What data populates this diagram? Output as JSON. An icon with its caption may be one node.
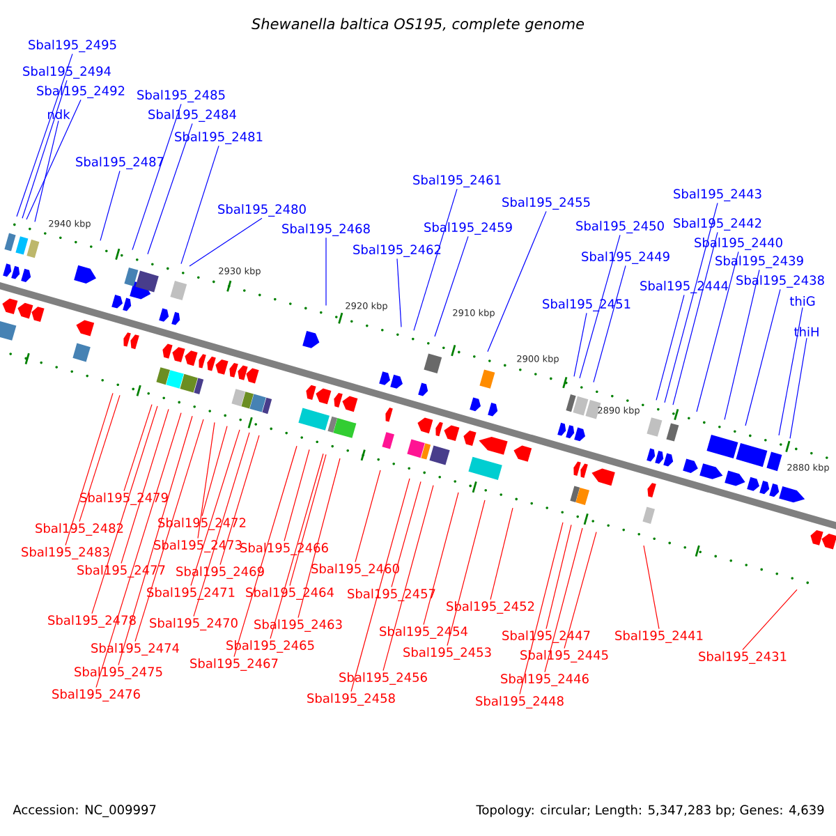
{
  "diagram": {
    "title": "Shewanella baltica OS195, complete genome",
    "nodes": [
      {
        "text": [
          "Sbal195_2495"
        ]
      },
      {
        "text": [
          "Sbal195_2494"
        ]
      },
      {
        "text": [
          "Sbal195_2492"
        ]
      },
      {
        "text": [
          "ndk"
        ]
      },
      {
        "text": [
          "Sbal195_2485"
        ]
      },
      {
        "text": [
          "Sbal195_2484"
        ]
      },
      {
        "text": [
          "Sbal195_2481"
        ]
      },
      {
        "text": [
          "Sbal195_2487"
        ]
      },
      {
        "text": [
          "Sbal195_2480"
        ]
      },
      {
        "text": [
          "Sbal195_2468"
        ]
      },
      {
        "text": [
          "Sbal195_2461"
        ]
      },
      {
        "text": [
          "Sbal195_2455"
        ]
      },
      {
        "text": [
          "Sbal195_2459"
        ]
      },
      {
        "text": [
          "Sbal195_2462"
        ]
      },
      {
        "text": [
          "Sbal195_2443"
        ]
      },
      {
        "text": [
          "Sbal195_2442"
        ]
      },
      {
        "text": [
          "Sbal195_2450"
        ]
      },
      {
        "text": [
          "Sbal195_2440"
        ]
      },
      {
        "text": [
          "Sbal195_2449"
        ]
      },
      {
        "text": [
          "Sbal195_2439"
        ]
      },
      {
        "text": [
          "Sbal195_2438"
        ]
      },
      {
        "text": [
          "Sbal195_2444"
        ]
      },
      {
        "text": [
          "thiG"
        ]
      },
      {
        "text": [
          "Sbal195_2451"
        ]
      },
      {
        "text": [
          "thiH"
        ]
      },
      {
        "text": [
          "Sbal195_2479"
        ]
      },
      {
        "text": [
          "Sbal195_2472"
        ]
      },
      {
        "text": [
          "Sbal195_2482"
        ]
      },
      {
        "text": [
          "Sbal195_2473"
        ]
      },
      {
        "text": [
          "Sbal195_2466"
        ]
      },
      {
        "text": [
          "Sbal195_2483"
        ]
      },
      {
        "text": [
          "Sbal195_2460"
        ]
      },
      {
        "text": [
          "Sbal195_2477"
        ]
      },
      {
        "text": [
          "Sbal195_2469"
        ]
      },
      {
        "text": [
          "Sbal195_2471"
        ]
      },
      {
        "text": [
          "Sbal195_2464"
        ]
      },
      {
        "text": [
          "Sbal195_2457"
        ]
      },
      {
        "text": [
          "Sbal195_2452"
        ]
      },
      {
        "text": [
          "Sbal195_2478"
        ]
      },
      {
        "text": [
          "Sbal195_2470"
        ]
      },
      {
        "text": [
          "Sbal195_2463"
        ]
      },
      {
        "text": [
          "Sbal195_2454"
        ]
      },
      {
        "text": [
          "Sbal195_2447"
        ]
      },
      {
        "text": [
          "Sbal195_2441"
        ]
      },
      {
        "text": [
          "Sbal195_2465"
        ]
      },
      {
        "text": [
          "Sbal195_2474"
        ]
      },
      {
        "text": [
          "Sbal195_2453"
        ]
      },
      {
        "text": [
          "Sbal195_2445"
        ]
      },
      {
        "text": [
          "Sbal195_2431"
        ]
      },
      {
        "text": [
          "Sbal195_2467"
        ]
      },
      {
        "text": [
          "Sbal195_2475"
        ]
      },
      {
        "text": [
          "Sbal195_2456"
        ]
      },
      {
        "text": [
          "Sbal195_2446"
        ]
      },
      {
        "text": [
          "Sbal195_2476"
        ]
      },
      {
        "text": [
          "Sbal195_2458"
        ]
      },
      {
        "text": [
          "Sbal195_2448"
        ]
      }
    ],
    "edges": [
      {
        "from": 0,
        "to": null,
        "arrow": "none",
        "color": "#0000ff"
      },
      {
        "from": 1,
        "to": null,
        "arrow": "none",
        "color": "#0000ff"
      },
      {
        "from": 2,
        "to": null,
        "arrow": "none",
        "color": "#0000ff"
      },
      {
        "from": 3,
        "to": null,
        "arrow": "none",
        "color": "#0000ff"
      },
      {
        "from": 4,
        "to": null,
        "arrow": "none",
        "color": "#0000ff"
      },
      {
        "from": 5,
        "to": null,
        "arrow": "none",
        "color": "#0000ff"
      },
      {
        "from": 6,
        "to": null,
        "arrow": "none",
        "color": "#0000ff"
      },
      {
        "from": 7,
        "to": null,
        "arrow": "none",
        "color": "#0000ff"
      },
      {
        "from": 8,
        "to": null,
        "arrow": "none",
        "color": "#0000ff"
      },
      {
        "from": 9,
        "to": null,
        "arrow": "none",
        "color": "#0000ff"
      },
      {
        "from": 10,
        "to": null,
        "arrow": "none",
        "color": "#0000ff"
      },
      {
        "from": 11,
        "to": null,
        "arrow": "none",
        "color": "#0000ff"
      },
      {
        "from": 12,
        "to": null,
        "arrow": "none",
        "color": "#0000ff"
      },
      {
        "from": 13,
        "to": null,
        "arrow": "none",
        "color": "#0000ff"
      },
      {
        "from": 14,
        "to": null,
        "arrow": "none",
        "color": "#0000ff"
      },
      {
        "from": 15,
        "to": null,
        "arrow": "none",
        "color": "#0000ff"
      },
      {
        "from": 16,
        "to": null,
        "arrow": "none",
        "color": "#0000ff"
      },
      {
        "from": 17,
        "to": null,
        "arrow": "none",
        "color": "#0000ff"
      },
      {
        "from": 18,
        "to": null,
        "arrow": "none",
        "color": "#0000ff"
      },
      {
        "from": 19,
        "to": null,
        "arrow": "none",
        "color": "#0000ff"
      },
      {
        "from": 20,
        "to": null,
        "arrow": "none",
        "color": "#0000ff"
      },
      {
        "from": 21,
        "to": null,
        "arrow": "none",
        "color": "#0000ff"
      },
      {
        "from": 22,
        "to": null,
        "arrow": "none",
        "color": "#0000ff"
      },
      {
        "from": 23,
        "to": null,
        "arrow": "none",
        "color": "#0000ff"
      },
      {
        "from": 24,
        "to": null,
        "arrow": "none",
        "color": "#0000ff"
      },
      {
        "from": 25,
        "to": null,
        "arrow": "none"
      },
      {
        "from": 26,
        "to": null,
        "arrow": "none"
      },
      {
        "from": 27,
        "to": null,
        "arrow": "none"
      },
      {
        "from": 28,
        "to": null,
        "arrow": "none"
      },
      {
        "from": 29,
        "to": null,
        "arrow": "none"
      },
      {
        "from": 30,
        "to": null,
        "arrow": "none"
      },
      {
        "from": 31,
        "to": null,
        "arrow": "none"
      },
      {
        "from": 32,
        "to": null,
        "arrow": "none"
      },
      {
        "from": 33,
        "to": null,
        "arrow": "none"
      },
      {
        "from": 34,
        "to": null,
        "arrow": "none"
      },
      {
        "from": 35,
        "to": null,
        "arrow": "none"
      },
      {
        "from": 36,
        "to": null,
        "arrow": "none"
      },
      {
        "from": 37,
        "to": null,
        "arrow": "none"
      },
      {
        "from": 38,
        "to": null,
        "arrow": "none"
      },
      {
        "from": 39,
        "to": null,
        "arrow": "none"
      },
      {
        "from": 40,
        "to": null,
        "arrow": "none"
      },
      {
        "from": 41,
        "to": null,
        "arrow": "none"
      },
      {
        "from": 42,
        "to": null,
        "arrow": "none"
      },
      {
        "from": 43,
        "to": null,
        "arrow": "none"
      },
      {
        "from": 44,
        "to": null,
        "arrow": "none"
      },
      {
        "from": 45,
        "to": null,
        "arrow": "none"
      },
      {
        "from": 46,
        "to": null,
        "arrow": "none"
      },
      {
        "from": 47,
        "to": null,
        "arrow": "none"
      },
      {
        "from": 48,
        "to": null,
        "arrow": "none"
      },
      {
        "from": 49,
        "to": null,
        "arrow": "none"
      },
      {
        "from": 50,
        "to": null,
        "arrow": "none"
      },
      {
        "from": 51,
        "to": null,
        "arrow": "none"
      },
      {
        "from": 52,
        "to": null,
        "arrow": "none"
      },
      {
        "from": 53,
        "to": null,
        "arrow": "none"
      },
      {
        "from": 54,
        "to": null,
        "arrow": "none"
      },
      {
        "from": 55,
        "to": null,
        "arrow": "none"
      }
    ],
    "labels": [
      "2940 kbp",
      "2930 kbp",
      "2920 kbp",
      "2910 kbp",
      "2900 kbp",
      "2890 kbp",
      "2880 kbp",
      "Accession: NC_009997",
      "Topology: circular; Length: 5,347,283 bp; Genes: 4,639"
    ]
  }
}
